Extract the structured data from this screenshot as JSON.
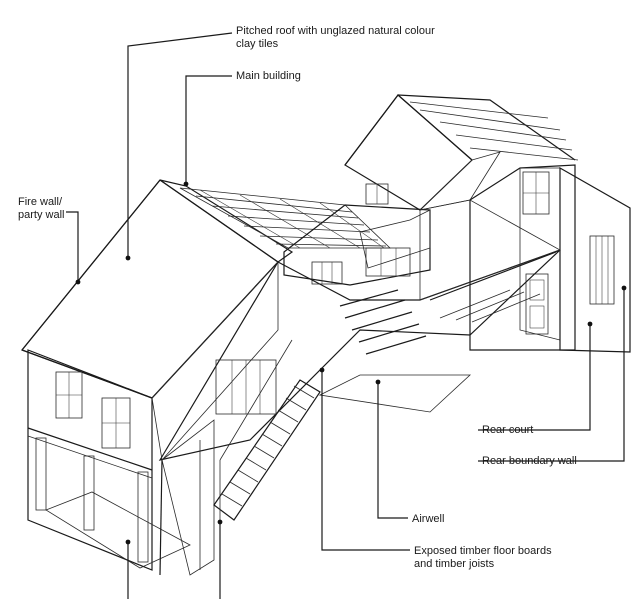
{
  "labels": {
    "roof_line1": "Pitched roof with unglazed natural colour",
    "roof_line2": "clay tiles",
    "main_building": "Main building",
    "fire_wall_line1": "Fire wall/",
    "fire_wall_line2": "party wall",
    "rear_court": "Rear court",
    "rear_boundary_wall": "Rear boundary wall",
    "airwell": "Airwell",
    "timber_line1": "Exposed timber floor boards",
    "timber_line2": "and  timber joists"
  },
  "colors": {
    "ink": "#1a1a1a",
    "background": "#ffffff"
  }
}
